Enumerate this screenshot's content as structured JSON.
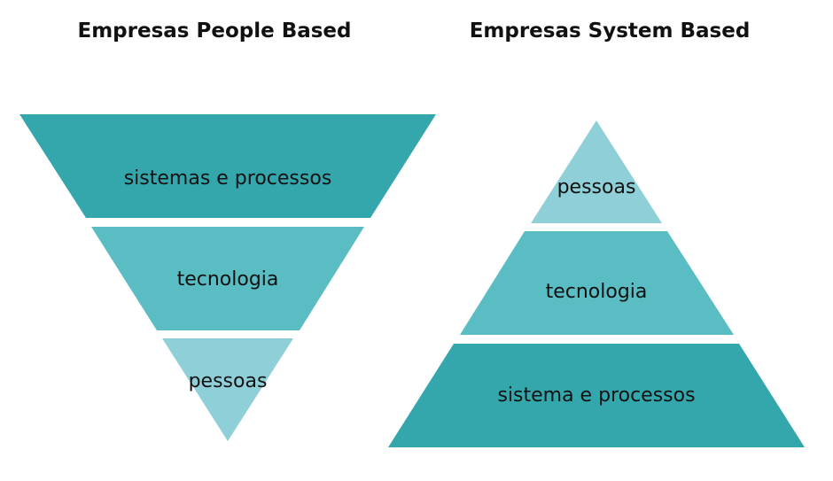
{
  "left": {
    "title": "Empresas People Based",
    "layers": [
      "sistemas e processos",
      "tecnologia",
      "pessoas"
    ]
  },
  "right": {
    "title": "Empresas System Based",
    "layers": [
      "pessoas",
      "tecnologia",
      "sistema e processos"
    ]
  },
  "colors": {
    "dark": "#34A7AD",
    "mid": "#59BDC3",
    "light": "#8FCFD8"
  }
}
